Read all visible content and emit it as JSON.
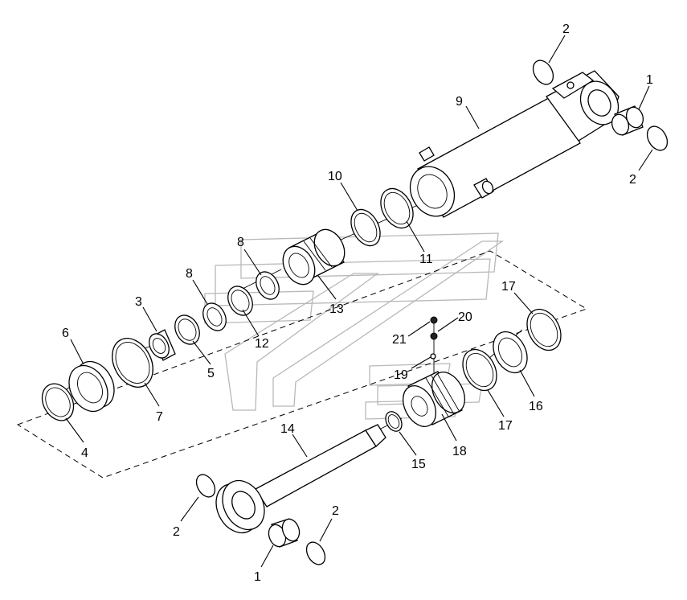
{
  "diagram": {
    "callouts": [
      {
        "id": "c2a",
        "text": "2"
      },
      {
        "id": "c1a",
        "text": "1"
      },
      {
        "id": "c9",
        "text": "9"
      },
      {
        "id": "c2b",
        "text": "2"
      },
      {
        "id": "c10",
        "text": "10"
      },
      {
        "id": "c11",
        "text": "11"
      },
      {
        "id": "c8a",
        "text": "8"
      },
      {
        "id": "c13",
        "text": "13"
      },
      {
        "id": "c8b",
        "text": "8"
      },
      {
        "id": "c12",
        "text": "12"
      },
      {
        "id": "c3",
        "text": "3"
      },
      {
        "id": "c5",
        "text": "5"
      },
      {
        "id": "c6",
        "text": "6"
      },
      {
        "id": "c7",
        "text": "7"
      },
      {
        "id": "c4",
        "text": "4"
      },
      {
        "id": "c17a",
        "text": "17"
      },
      {
        "id": "c20",
        "text": "20"
      },
      {
        "id": "c21",
        "text": "21"
      },
      {
        "id": "c19",
        "text": "19"
      },
      {
        "id": "c16",
        "text": "16"
      },
      {
        "id": "c17b",
        "text": "17"
      },
      {
        "id": "c18",
        "text": "18"
      },
      {
        "id": "c15",
        "text": "15"
      },
      {
        "id": "c14",
        "text": "14"
      },
      {
        "id": "c2c",
        "text": "2"
      },
      {
        "id": "c2d",
        "text": "2"
      },
      {
        "id": "c1b",
        "text": "1"
      }
    ]
  }
}
